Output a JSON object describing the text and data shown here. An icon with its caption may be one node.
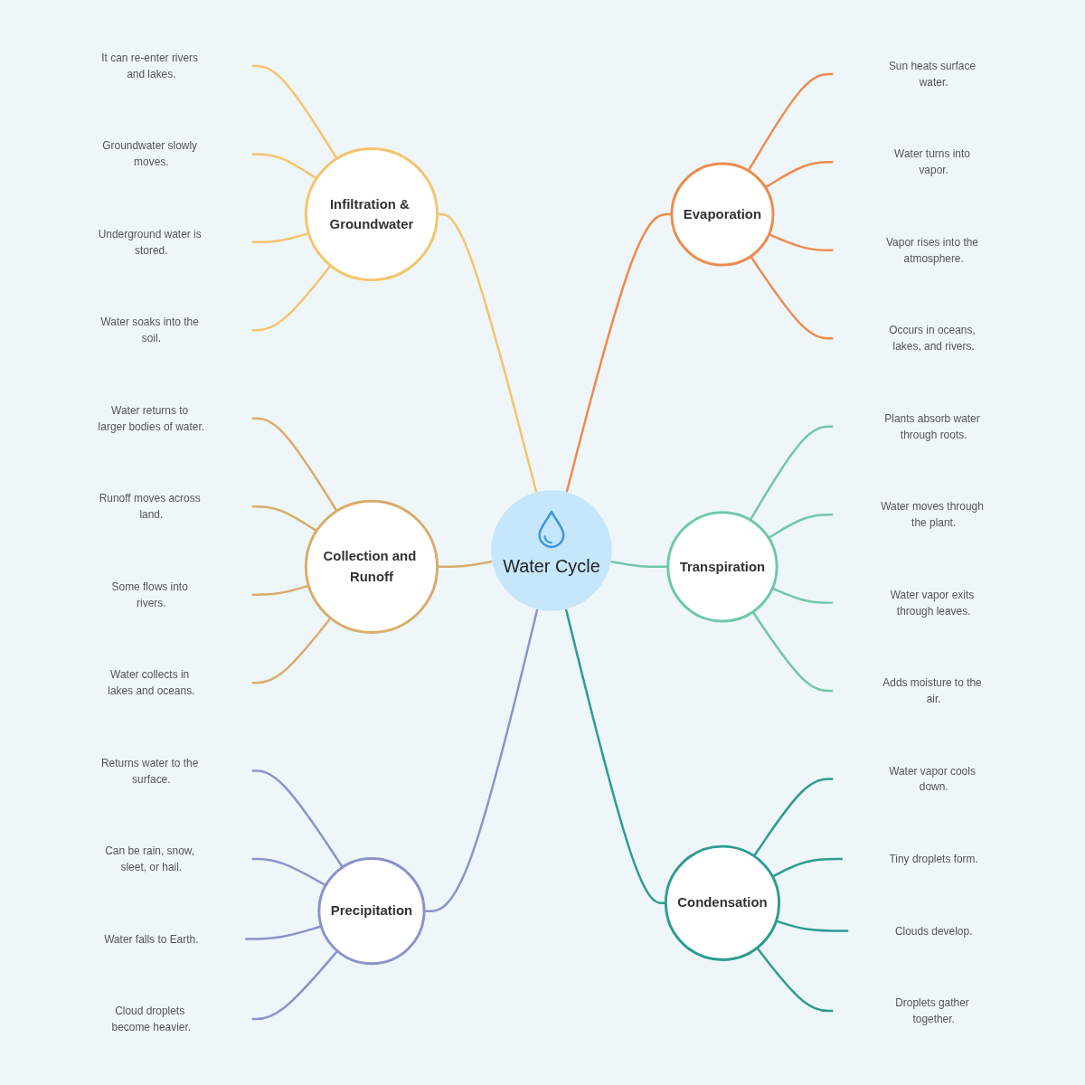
{
  "diagram": {
    "nodes": [
      {
        "text": [
          "Water Cycle"
        ]
      },
      {
        "text": [
          "Infiltration & Groundwater"
        ]
      },
      {
        "text": [
          "It can re-enter rivers and lakes."
        ]
      },
      {
        "text": [
          "Groundwater slowly moves."
        ]
      },
      {
        "text": [
          "Underground water is stored."
        ]
      },
      {
        "text": [
          "Water soaks into the soil."
        ]
      },
      {
        "text": [
          "Evaporation"
        ]
      },
      {
        "text": [
          "Sun heats surface water."
        ]
      },
      {
        "text": [
          "Water turns into vapor."
        ]
      },
      {
        "text": [
          "Vapor rises into the atmosphere."
        ]
      },
      {
        "text": [
          "Occurs in oceans, lakes, and rivers."
        ]
      },
      {
        "text": [
          "Collection and Runoff"
        ]
      },
      {
        "text": [
          "Water returns to larger bodies of water."
        ]
      },
      {
        "text": [
          "Runoff moves across land."
        ]
      },
      {
        "text": [
          "Some flows into rivers."
        ]
      },
      {
        "text": [
          "Water collects in lakes and oceans."
        ]
      },
      {
        "text": [
          "Transpiration"
        ]
      },
      {
        "text": [
          "Plants absorb water through roots."
        ]
      },
      {
        "text": [
          "Water moves through the plant."
        ]
      },
      {
        "text": [
          "Water vapor exits through leaves."
        ]
      },
      {
        "text": [
          "Adds moisture to the air."
        ]
      },
      {
        "text": [
          "Precipitation"
        ]
      },
      {
        "text": [
          "Returns water to the surface."
        ]
      },
      {
        "text": [
          "Can be rain, snow, sleet, or hail."
        ]
      },
      {
        "text": [
          "Water falls to Earth."
        ]
      },
      {
        "text": [
          "Cloud droplets become heavier."
        ]
      },
      {
        "text": [
          "Condensation"
        ]
      },
      {
        "text": [
          "Water vapor cools down."
        ]
      },
      {
        "text": [
          "Tiny droplets form."
        ]
      },
      {
        "text": [
          "Clouds develop."
        ]
      },
      {
        "text": [
          "Droplets gather together."
        ]
      }
    ],
    "edges": [
      {
        "from": 1,
        "to": 0,
        "arrow": "none",
        "color": "#f4c46c"
      },
      {
        "from": 2,
        "to": 1,
        "arrow": "none",
        "color": "#f4c46c"
      },
      {
        "from": 3,
        "to": 1,
        "arrow": "none",
        "color": "#f4c46c"
      },
      {
        "from": 4,
        "to": 1,
        "arrow": "none",
        "color": "#f4c46c"
      },
      {
        "from": 5,
        "to": 1,
        "arrow": "none",
        "color": "#f4c46c"
      },
      {
        "from": 0,
        "to": 6,
        "arrow": "none",
        "color": "#ec8b4f"
      },
      {
        "from": 6,
        "to": 7,
        "arrow": "none",
        "color": "#ec8b4f"
      },
      {
        "from": 6,
        "to": 8,
        "arrow": "none",
        "color": "#ec8b4f"
      },
      {
        "from": 6,
        "to": 9,
        "arrow": "none",
        "color": "#ec8b4f"
      },
      {
        "from": 6,
        "to": 10,
        "arrow": "none",
        "color": "#ec8b4f"
      },
      {
        "from": 11,
        "to": 0,
        "arrow": "none",
        "color": "#d9ad6b"
      },
      {
        "from": 12,
        "to": 11,
        "arrow": "none",
        "color": "#d9ad6b"
      },
      {
        "from": 13,
        "to": 11,
        "arrow": "none",
        "color": "#d9ad6b"
      },
      {
        "from": 14,
        "to": 11,
        "arrow": "none",
        "color": "#d9ad6b"
      },
      {
        "from": 15,
        "to": 11,
        "arrow": "none",
        "color": "#d9ad6b"
      },
      {
        "from": 0,
        "to": 16,
        "arrow": "none",
        "color": "#6fc8a8"
      },
      {
        "from": 16,
        "to": 17,
        "arrow": "none",
        "color": "#6fc8a8"
      },
      {
        "from": 16,
        "to": 18,
        "arrow": "none",
        "color": "#6fc8a8"
      },
      {
        "from": 16,
        "to": 19,
        "arrow": "none",
        "color": "#6fc8a8"
      },
      {
        "from": 16,
        "to": 20,
        "arrow": "none",
        "color": "#6fc8a8"
      },
      {
        "from": 21,
        "to": 0,
        "arrow": "none",
        "color": "#8b93c9"
      },
      {
        "from": 22,
        "to": 21,
        "arrow": "none",
        "color": "#8b93c9"
      },
      {
        "from": 23,
        "to": 21,
        "arrow": "none",
        "color": "#8b93c9"
      },
      {
        "from": 24,
        "to": 21,
        "arrow": "none",
        "color": "#8b93c9"
      },
      {
        "from": 25,
        "to": 21,
        "arrow": "none",
        "color": "#8b93c9"
      },
      {
        "from": 0,
        "to": 26,
        "arrow": "none",
        "color": "#2e9c8f"
      },
      {
        "from": 26,
        "to": 27,
        "arrow": "none",
        "color": "#2e9c8f"
      },
      {
        "from": 26,
        "to": 28,
        "arrow": "none",
        "color": "#2e9c8f"
      },
      {
        "from": 26,
        "to": 29,
        "arrow": "none",
        "color": "#2e9c8f"
      },
      {
        "from": 26,
        "to": 30,
        "arrow": "none",
        "color": "#2e9c8f"
      }
    ]
  }
}
